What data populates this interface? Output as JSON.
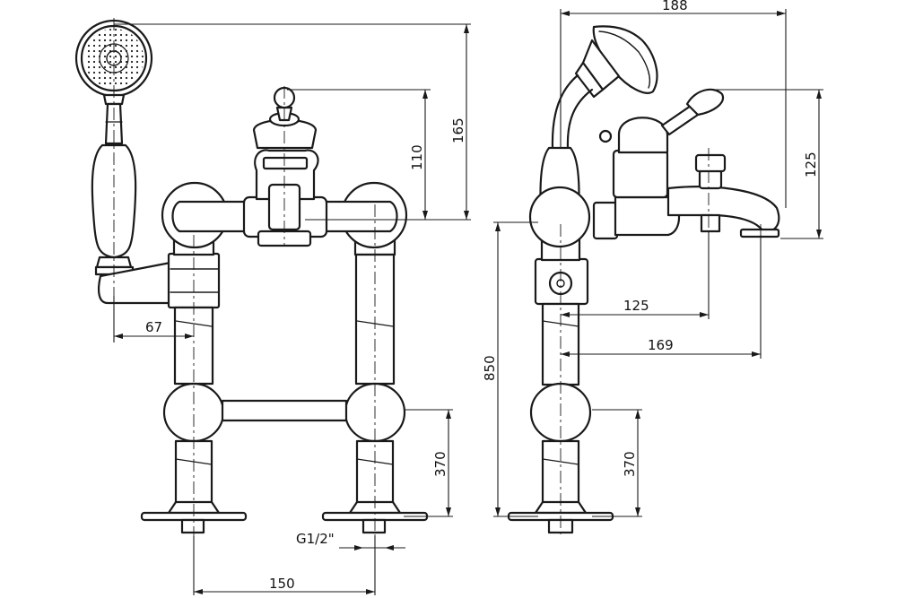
{
  "dimensions": {
    "front_handset_offset": "67",
    "front_pipe_spacing": "150",
    "front_thread": "G1/2\"",
    "front_lever_height": "110",
    "front_shower_height": "165",
    "front_leg_height": "370",
    "side_total_width": "188",
    "side_spout_height": "125",
    "side_total_height": "850",
    "side_leg_height": "370",
    "side_outlet_reach": "125",
    "side_spout_reach": "169"
  },
  "colors": {
    "line": "#1a1a1a",
    "background": "#ffffff"
  }
}
